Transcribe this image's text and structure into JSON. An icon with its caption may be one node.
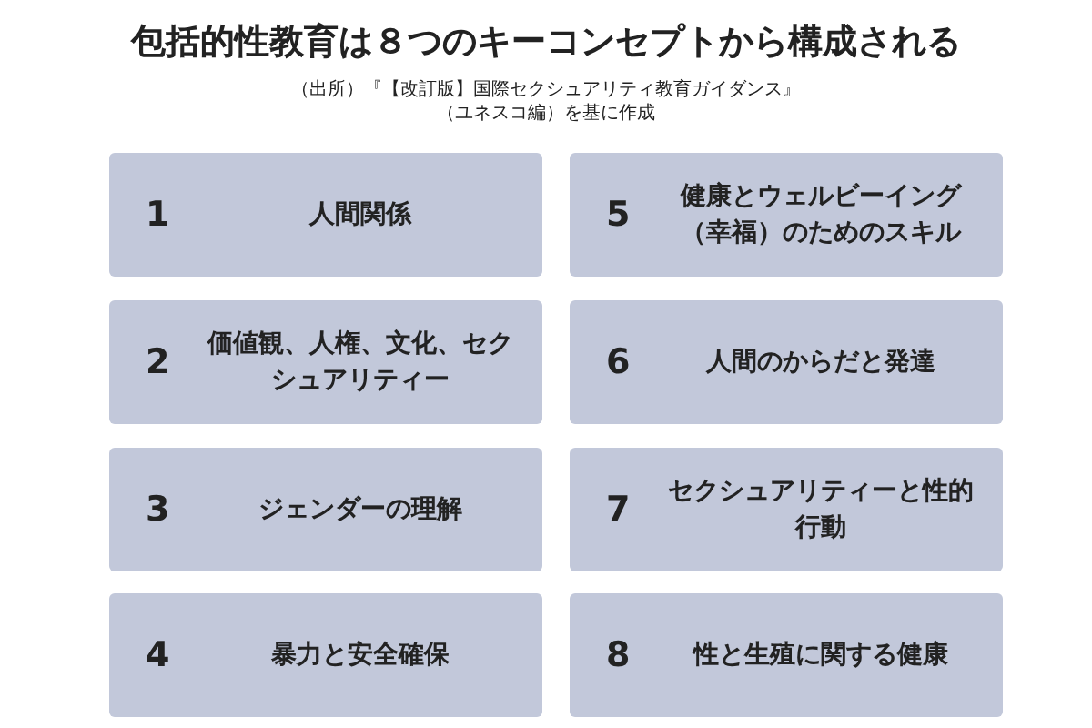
{
  "diagram": {
    "title": "包括的性教育は８つのキーコンセプトから構成される",
    "nodes": [
      {
        "text": [
          "1",
          "人間関係"
        ]
      },
      {
        "text": [
          "5",
          "健康とウェルビーイング（幸福）のためのスキル"
        ]
      },
      {
        "text": [
          "2",
          "価値観、人権、文化、セクシュアリティー"
        ]
      },
      {
        "text": [
          "6",
          "人間のからだと発達"
        ]
      },
      {
        "text": [
          "3",
          "ジェンダーの理解"
        ]
      },
      {
        "text": [
          "7",
          "セクシュアリティーと性的行動"
        ]
      },
      {
        "text": [
          "4",
          "暴力と安全確保"
        ]
      },
      {
        "text": [
          "8",
          "性と生殖に関する健康"
        ]
      }
    ],
    "labels": [
      "（出所）『【改訂版】国際セクシュアリティ教育ガイダンス』",
      "（ユネスコ編）を基に作成"
    ]
  }
}
